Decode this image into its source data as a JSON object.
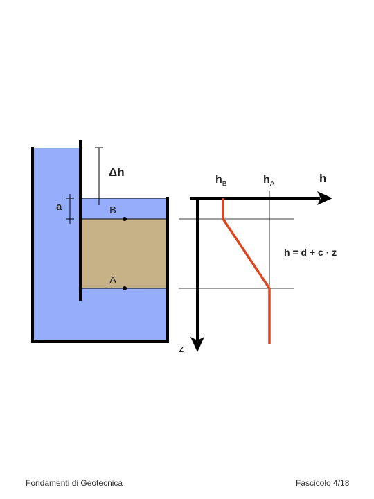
{
  "labels": {
    "delta_h": "Δh",
    "a": "a",
    "point_b": "B",
    "point_a": "A",
    "h_b_base": "h",
    "h_b_sub": "B",
    "h_a_base": "h",
    "h_a_sub": "A",
    "h_axis": "h",
    "z_axis": "z",
    "equation": "h = d + c · z"
  },
  "footer": {
    "left": "Fondamenti di Geotecnica",
    "right": "Fascicolo 4/18"
  },
  "colors": {
    "water": "#95adfb",
    "soil": "#c7b287",
    "line": "#000000",
    "head": "#e0451d"
  }
}
